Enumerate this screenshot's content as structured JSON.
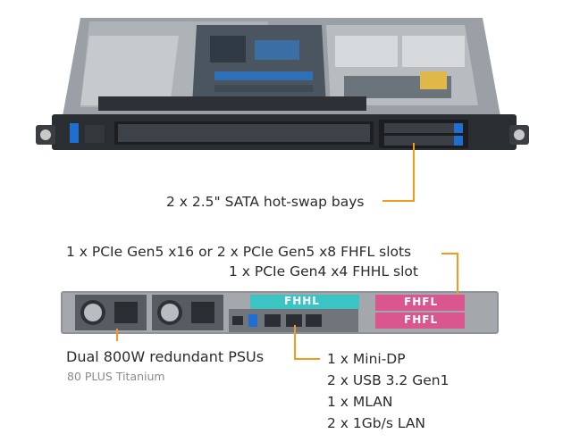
{
  "callouts": {
    "front_bays": "2 x 2.5\" SATA hot-swap bays",
    "pcie_gen5": "1 x PCIe Gen5 x16 or 2 x PCIe Gen5 x8 FHFL slots",
    "pcie_gen4": "1 x PCIe Gen4 x4 FHHL slot",
    "psu": "Dual 800W redundant PSUs",
    "psu_sub": "80 PLUS Titanium",
    "io": [
      "1 x Mini-DP",
      "2 x USB 3.2 Gen1",
      "1 x MLAN",
      "2 x 1Gb/s LAN"
    ]
  },
  "slot_labels": {
    "fhhl": "FHHL",
    "fhfl_top": "FHFL",
    "fhfl_bottom": "FHFL"
  },
  "colors": {
    "callout": "#f39a1e",
    "fhhl": "#3cc3c3",
    "fhfl": "#d9578e",
    "chassis": "#8f9398"
  }
}
